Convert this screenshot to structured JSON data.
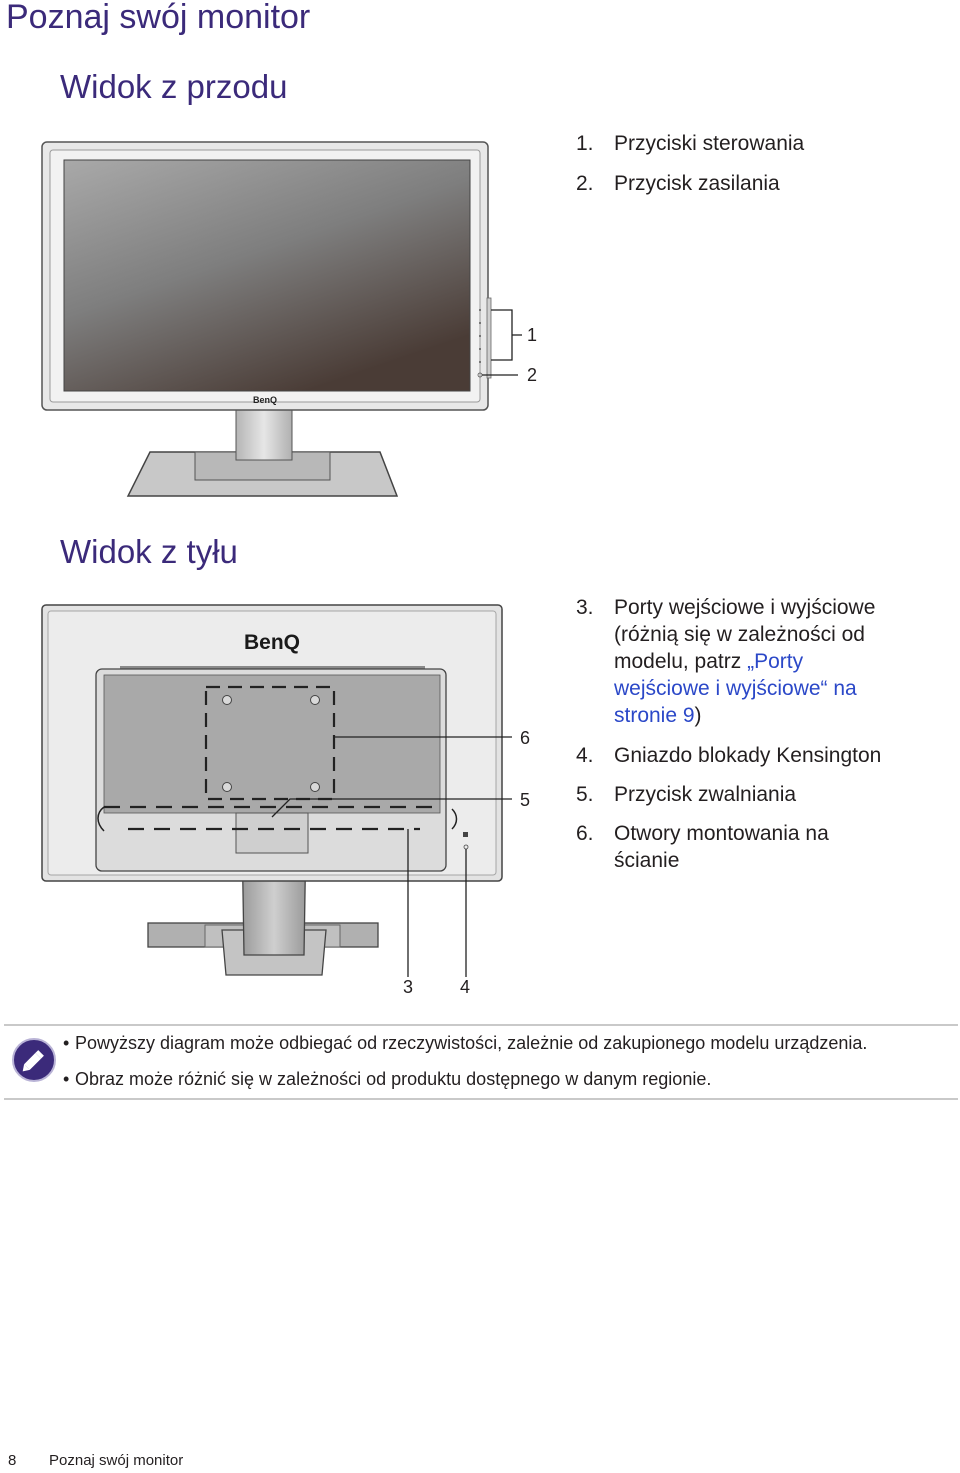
{
  "page_title": "Poznaj swój monitor",
  "front": {
    "heading": "Widok z przodu",
    "items": [
      {
        "num": "1.",
        "label": "Przyciski sterowania"
      },
      {
        "num": "2.",
        "label": "Przycisk zasilania"
      }
    ],
    "callouts": [
      "1",
      "2"
    ],
    "logo_text": "BenQ"
  },
  "back": {
    "heading": "Widok z tyłu",
    "item3": {
      "num": "3.",
      "text_a": "Porty wejściowe i wyjściowe",
      "text_b": "(różnią się w zależności od",
      "text_c": "modelu, patrz ",
      "link_a": "„Porty",
      "link_b": "wejściowe i wyjściowe“ na",
      "link_c": "stronie 9",
      "text_d": ")"
    },
    "items": [
      {
        "num": "4.",
        "label": "Gniazdo blokady Kensington"
      },
      {
        "num": "5.",
        "label": "Przycisk zwalniania"
      }
    ],
    "item6": {
      "num": "6.",
      "line1": "Otwory montowania na",
      "line2": "ścianie"
    },
    "callouts": {
      "c6": "6",
      "c5": "5",
      "c3": "3",
      "c4": "4"
    },
    "logo_text": "BenQ"
  },
  "notes": [
    "Powyższy diagram może odbiegać od rzeczywistości, zależnie od zakupionego modelu urządzenia.",
    "Obraz może różnić się w zależności od produktu dostępnego w danym regionie."
  ],
  "note_icon": "pencil-icon",
  "footer": {
    "page_number": "8",
    "section": "Poznaj swój monitor"
  }
}
